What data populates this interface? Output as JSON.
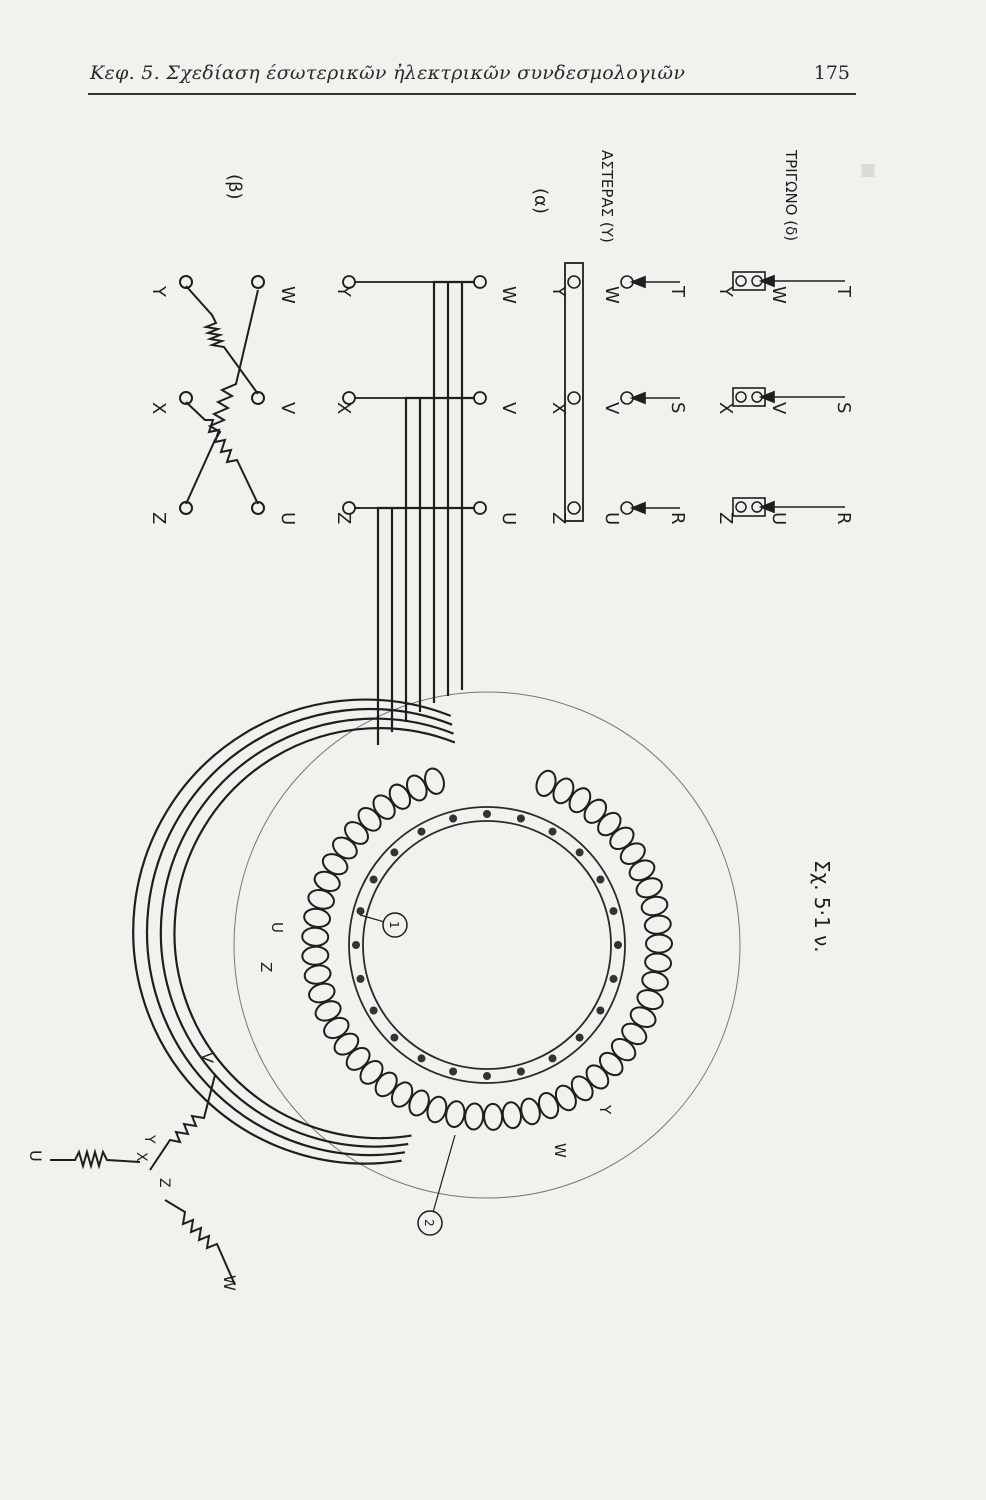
{
  "header": {
    "title": "Κεφ. 5. Σχεδίαση έσωτερικῶν ἠλεκτρικῶν συνδεσμολογιῶν",
    "page_number": "175"
  },
  "figure": {
    "caption": "Σχ. 5·1 ν.",
    "panel_alpha_label": "(α)",
    "panel_beta_label": "(β)",
    "star_label": "ΑΣΤΕΡΑΣ (Υ)",
    "delta_label": "ΤΡΙΓΩΝΟ (δ)",
    "callout_1": "1",
    "callout_2": "2",
    "terminals": {
      "U": "U",
      "V": "V",
      "W": "W",
      "X": "X",
      "Y": "Y",
      "Z": "Z",
      "R": "R",
      "S": "S",
      "T": "T"
    }
  }
}
